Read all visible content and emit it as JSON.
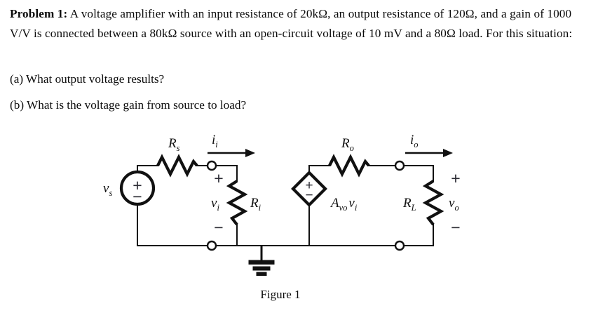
{
  "problem": {
    "label": "Problem 1:",
    "body": " A voltage amplifier with an input resistance of 20kΩ, an output resistance of 120Ω, and a gain of 1000 V/V is connected between a 80kΩ source with an open-circuit voltage of 10 mV and a 80Ω load. For this situation:",
    "questions": [
      "(a) What output voltage results?",
      "(b) What is the voltage gain from source to load?"
    ],
    "given": {
      "input_resistance": "20kΩ",
      "output_resistance": "120Ω",
      "gain": "1000 V/V",
      "source_resistance": "80kΩ",
      "open_circuit_voltage": "10 mV",
      "load_resistance": "80Ω"
    }
  },
  "figure": {
    "caption": "Figure 1",
    "labels": {
      "source_voltage": {
        "base": "v",
        "sub": "s"
      },
      "source_resistor": {
        "base": "R",
        "sub": "s"
      },
      "input_current": {
        "base": "i",
        "sub": "i"
      },
      "input_voltage": {
        "base": "v",
        "sub": "i"
      },
      "input_resistor": {
        "base": "R",
        "sub": "i"
      },
      "dependent_source": {
        "base": "A",
        "sub": "vo",
        "base2": "v",
        "sub2": "i"
      },
      "output_resistor": {
        "base": "R",
        "sub": "o"
      },
      "output_current": {
        "base": "i",
        "sub": "o"
      },
      "load_resistor": {
        "base": "R",
        "sub": "L"
      },
      "output_voltage": {
        "base": "v",
        "sub": "o"
      },
      "plus": "+",
      "minus": "−"
    },
    "colors": {
      "wire": "#111111",
      "component": "#111111",
      "sign": "#2b2b33",
      "background": "#ffffff"
    }
  }
}
